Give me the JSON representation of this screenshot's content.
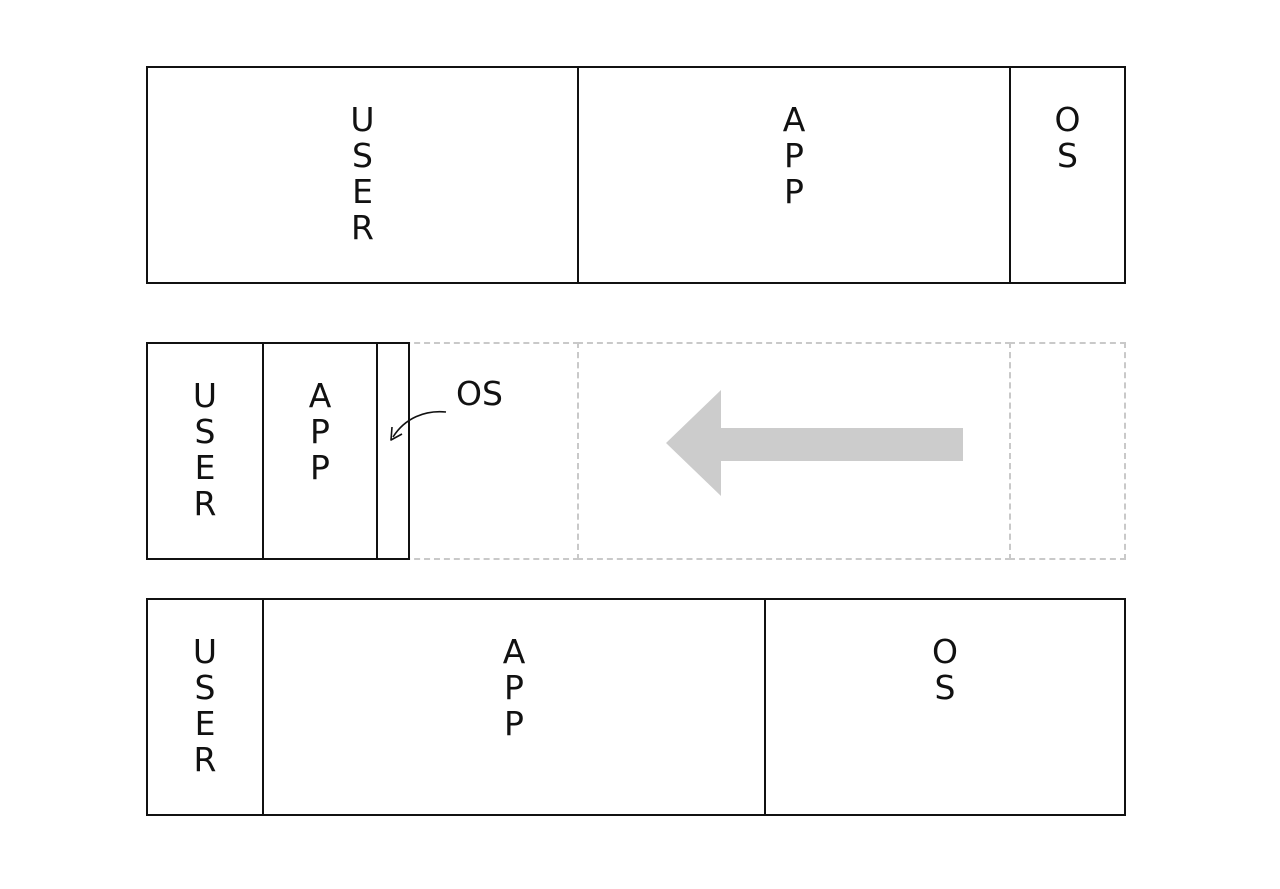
{
  "diagram": {
    "row1": {
      "user_label": "USER",
      "app_label": "APP",
      "os_label": "OS"
    },
    "row2": {
      "user_label": "USER",
      "app_label": "APP",
      "os_label": "OS"
    },
    "row3": {
      "user_label": "USER",
      "app_label": "APP",
      "os_label": "OS"
    },
    "colors": {
      "stroke": "#111111",
      "ghost_stroke": "#c9c9c9",
      "arrow_fill": "#cccccc"
    }
  }
}
